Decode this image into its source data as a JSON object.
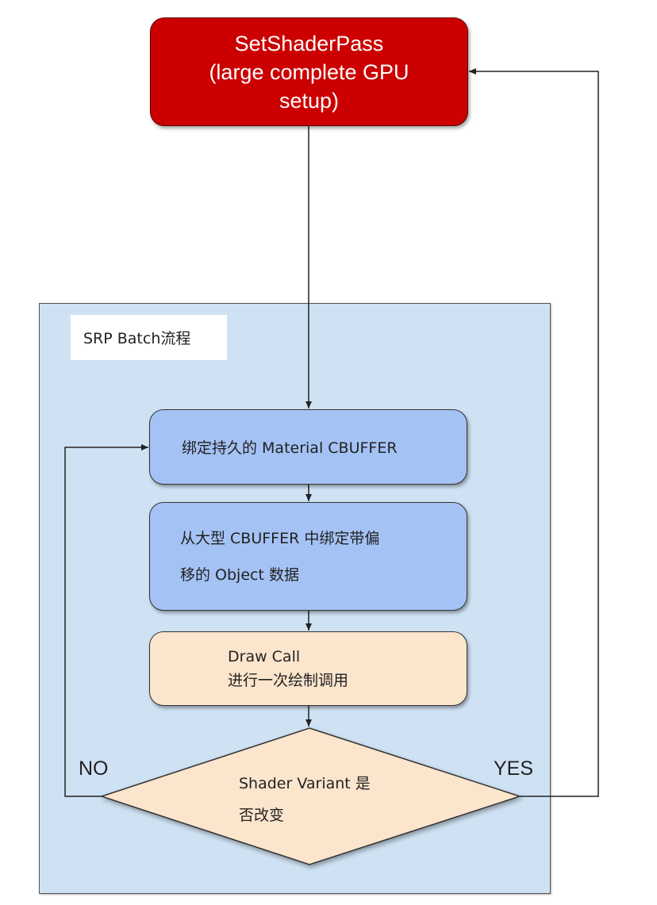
{
  "diagram": {
    "group": {
      "title": "SRP Batch流程",
      "fill": "#cfe2f3"
    },
    "nodes": {
      "set_shader_pass": {
        "lines": [
          "SetShaderPass",
          "(large complete GPU",
          "setup)"
        ],
        "fill": "#cc0000"
      },
      "bind_material": {
        "text": "绑定持久的 Material CBUFFER",
        "fill": "#a4c2f4"
      },
      "bind_object": {
        "lines": [
          "从大型 CBUFFER 中绑定带偏",
          "移的 Object 数据"
        ],
        "fill": "#a4c2f4"
      },
      "draw_call": {
        "lines": [
          "Draw Call",
          "进行一次绘制调用"
        ],
        "fill": "#fce5cd"
      },
      "decision": {
        "lines": [
          "Shader Variant 是",
          "否改变"
        ],
        "fill": "#fce5cd"
      }
    },
    "edges": {
      "no_label": "NO",
      "yes_label": "YES"
    }
  }
}
